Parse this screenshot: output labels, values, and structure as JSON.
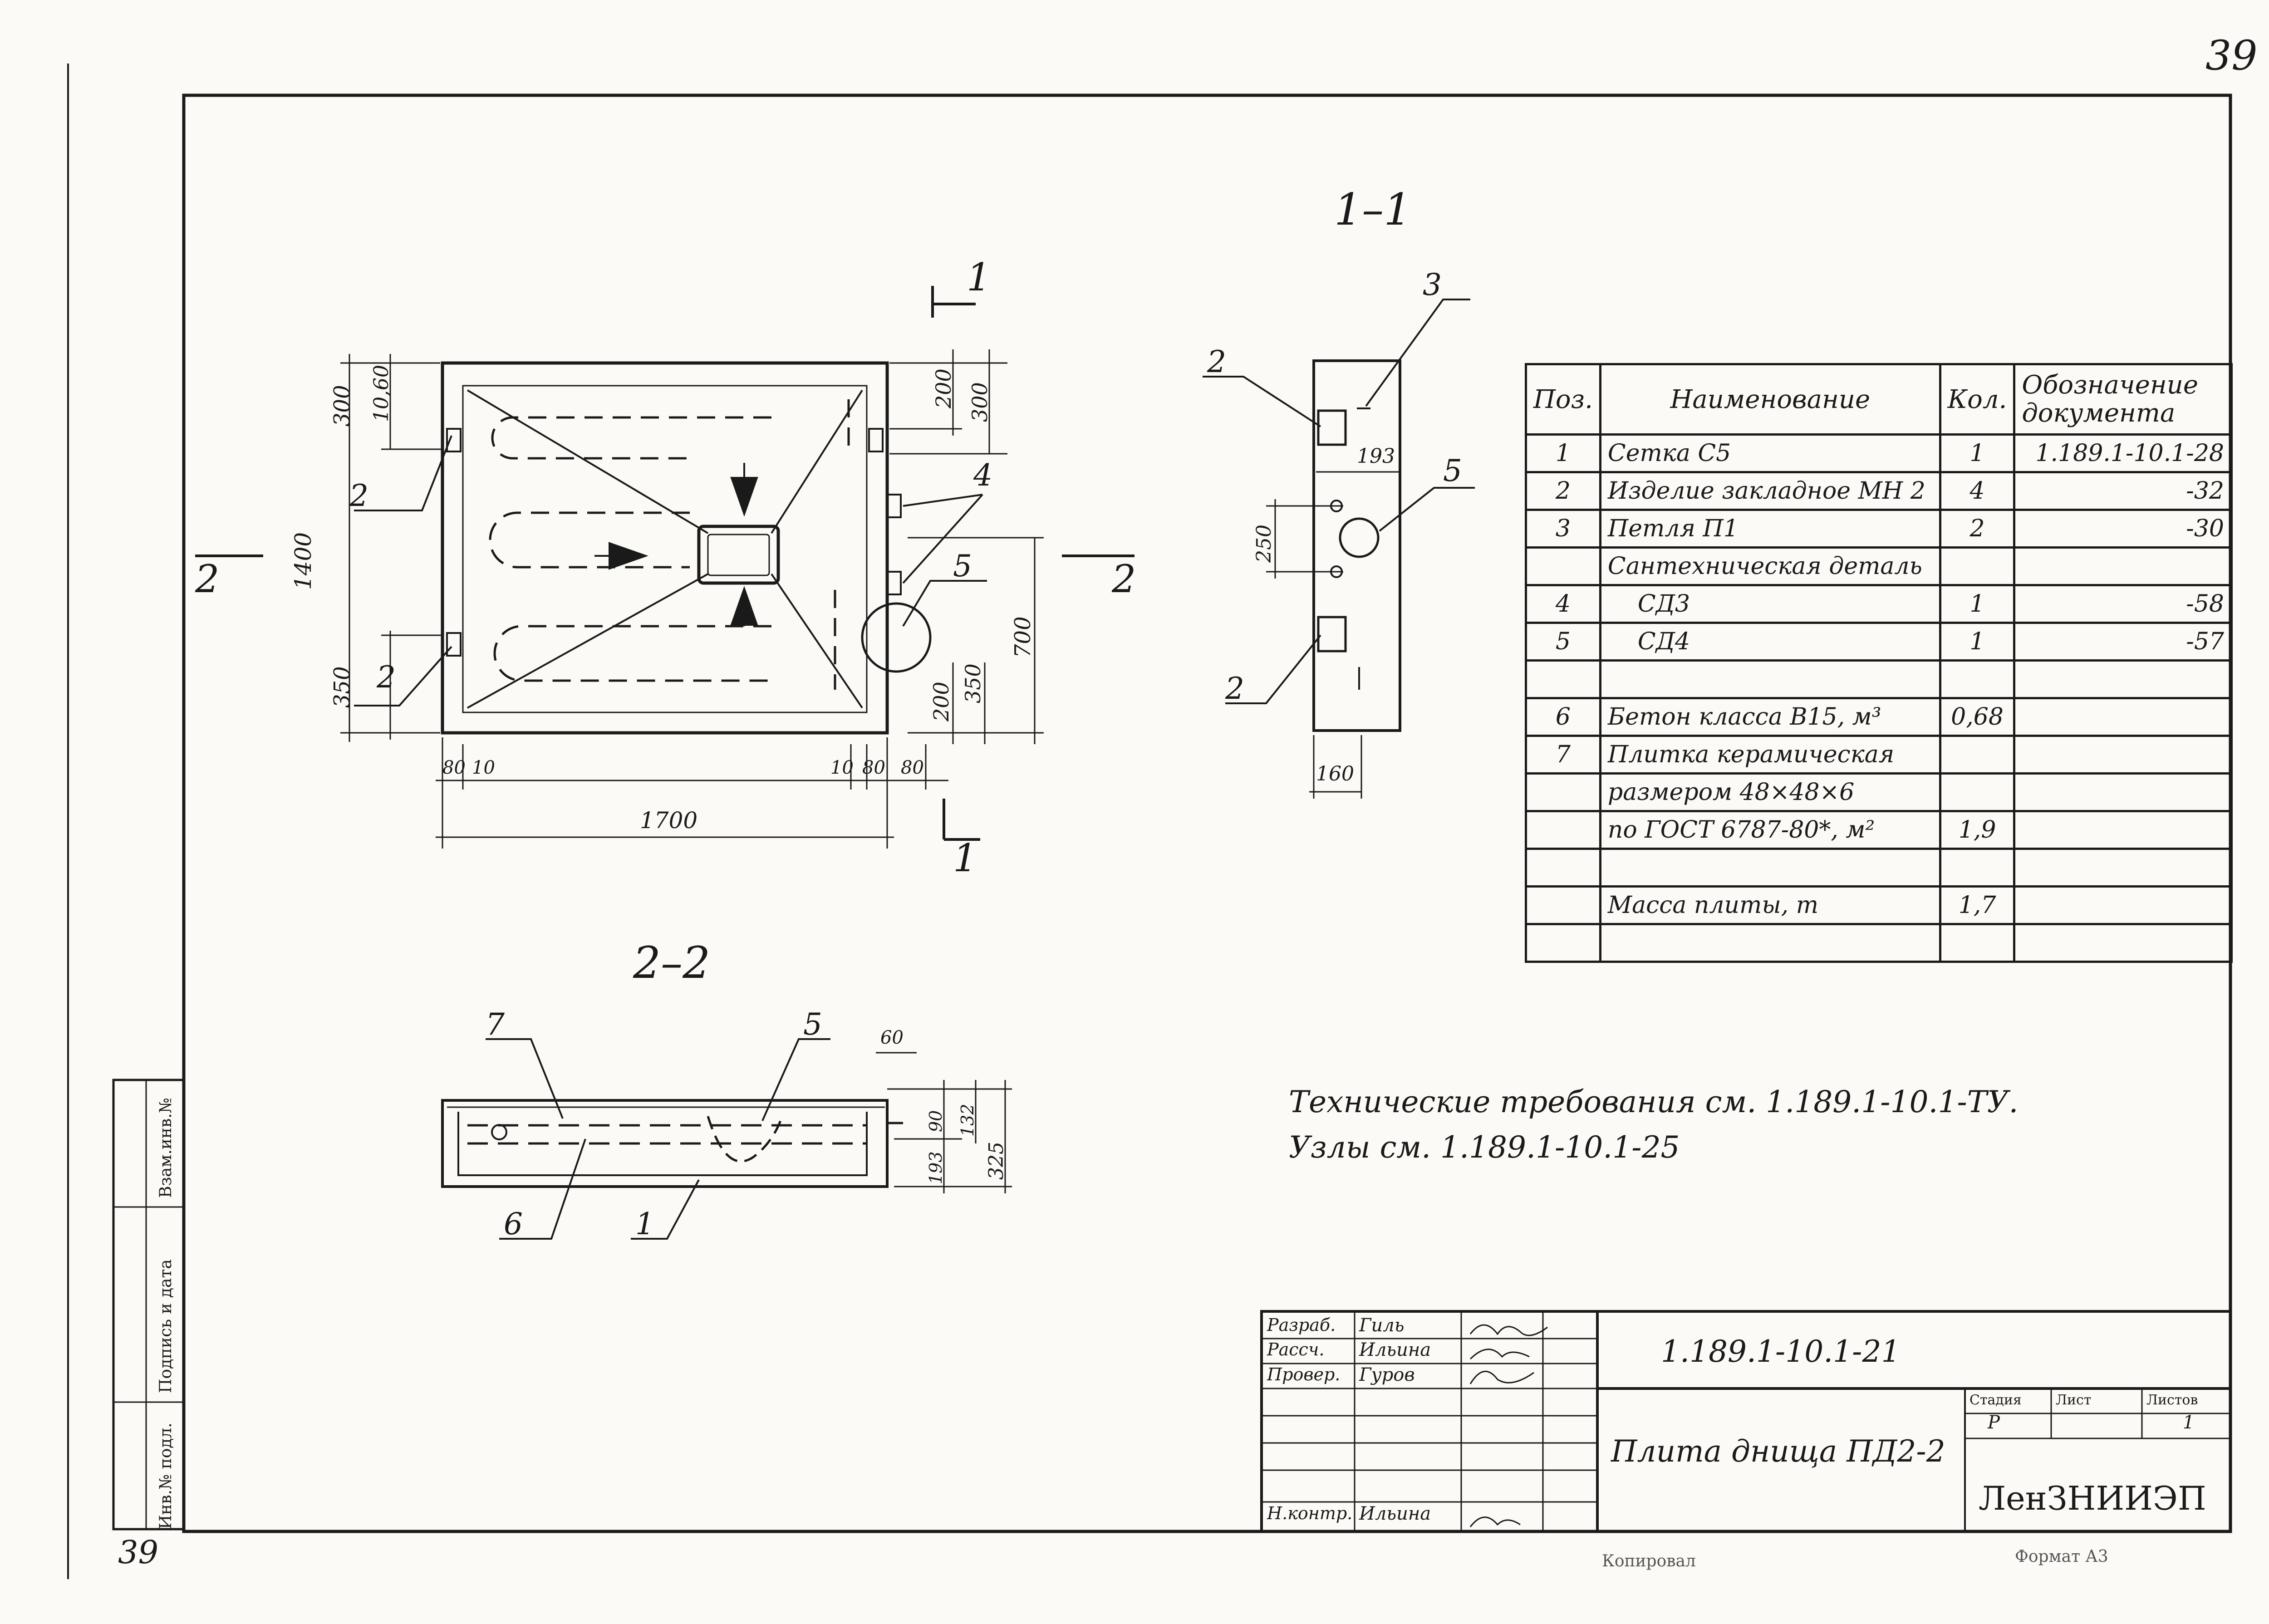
{
  "page_number": "39",
  "corner_number": "39",
  "sections": {
    "s11": "1–1",
    "s22": "2–2",
    "cut1_top": "1",
    "cut1_bottom": "1",
    "cut2_left": "2",
    "cut2_right": "2"
  },
  "plan": {
    "dims": {
      "d300l": "300",
      "d10_60": "10,60",
      "d1400": "1400",
      "d350l": "350",
      "d80l": "80",
      "d10l": "10",
      "d1700": "1700",
      "d10r": "10",
      "d80r1": "80",
      "d80r2": "80",
      "d200t": "200",
      "d300r": "300",
      "d700": "700",
      "d200b": "200",
      "d350r": "350"
    },
    "callouts": {
      "c2a": "2",
      "c2b": "2",
      "c4": "4",
      "c5": "5"
    }
  },
  "section11": {
    "dims": {
      "d193": "193",
      "d250": "250",
      "d160": "160"
    },
    "callouts": {
      "c3": "3",
      "c2a": "2",
      "c5": "5",
      "c2b": "2"
    }
  },
  "section22": {
    "dims": {
      "d60": "60",
      "d90": "90",
      "d132": "132",
      "d193": "193",
      "d325": "325"
    },
    "callouts": {
      "c7": "7",
      "c5": "5",
      "c6": "6",
      "c1": "1"
    }
  },
  "spec_table": {
    "headers": {
      "pos": "Поз.",
      "name": "Наименование",
      "qty": "Кол.",
      "doc": "Обозначение документа"
    },
    "rows": [
      {
        "pos": "1",
        "name": "Сетка С5",
        "qty": "1",
        "doc": "1.189.1-10.1-28"
      },
      {
        "pos": "2",
        "name": "Изделие закладное МН 2",
        "qty": "4",
        "doc": "-32"
      },
      {
        "pos": "3",
        "name": "Петля П1",
        "qty": "2",
        "doc": "-30"
      },
      {
        "pos": "",
        "name": "Сантехническая деталь",
        "qty": "",
        "doc": ""
      },
      {
        "pos": "4",
        "name": "СД3",
        "qty": "1",
        "doc": "-58"
      },
      {
        "pos": "5",
        "name": "СД4",
        "qty": "1",
        "doc": "-57"
      },
      {
        "pos": "",
        "name": "",
        "qty": "",
        "doc": ""
      },
      {
        "pos": "6",
        "name": "Бетон класса В15, м³",
        "qty": "0,68",
        "doc": ""
      },
      {
        "pos": "7",
        "name": "Плитка керамическая",
        "qty": "",
        "doc": ""
      },
      {
        "pos": "",
        "name": "размером 48×48×6",
        "qty": "",
        "doc": ""
      },
      {
        "pos": "",
        "name": "по ГОСТ 6787-80*, м²",
        "qty": "1,9",
        "doc": ""
      },
      {
        "pos": "",
        "name": "",
        "qty": "",
        "doc": ""
      },
      {
        "pos": "",
        "name": "Масса плиты, т",
        "qty": "1,7",
        "doc": ""
      },
      {
        "pos": "",
        "name": "",
        "qty": "",
        "doc": ""
      }
    ]
  },
  "notes": {
    "tech": "Технические требования см. 1.189.1-10.1-ТУ.",
    "nodes": "Узлы см. 1.189.1-10.1-25"
  },
  "stamp": {
    "doc_code": "1.189.1-10.1-21",
    "title": "Плита днища ПД2-2",
    "org": "ЛенЗНИИЭП",
    "stage_label": "Стадия",
    "sheet_label": "Лист",
    "sheets_label": "Листов",
    "stage": "Р",
    "sheets": "1",
    "roles": [
      {
        "role": "Разраб.",
        "name": "Гиль"
      },
      {
        "role": "Рассч.",
        "name": "Ильина"
      },
      {
        "role": "Провер.",
        "name": "Гуров"
      },
      {
        "role": "Н.контр.",
        "name": "Ильина"
      }
    ]
  },
  "left_strip": {
    "inv_podl": "Инв.№ подл.",
    "sign_date": "Подпись и дата",
    "vzam_inv": "Взам.инв.№"
  },
  "footer": {
    "copied": "Копировал",
    "format": "Формат А3"
  }
}
